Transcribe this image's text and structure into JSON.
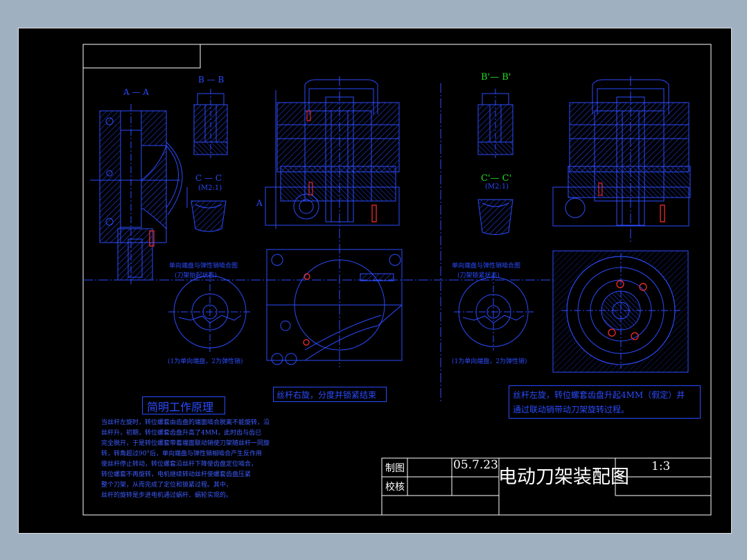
{
  "colors": {
    "background": "#9fb0c0",
    "sheet": "#000000",
    "frame": "#ffffff",
    "line": "#2b4cff",
    "green": "#22dd22",
    "red": "#ff3030"
  },
  "sections": {
    "aa": "A — A",
    "bb": "B — B",
    "cc": "C — C",
    "cc_scale": "(M2:1)",
    "bb2": "B'— B'",
    "cc2": "C'— C'",
    "cc2_scale": "(M2:1)",
    "a_mark": "A"
  },
  "captions": {
    "left_disk_title": "单向端盘与弹性销啮合图",
    "left_disk_sub": "(刀架抬起状态)",
    "left_disk_note": "(1为单向端盘，2为弹性销)",
    "right_disk_title": "单向端盘与弹性销啮合图",
    "right_disk_sub": "(刀架锁紧状态)",
    "right_disk_note": "(1为单向端盘，2为弹性销)",
    "mid_note": "丝杆右旋，分度并锁紧结束",
    "right_note_line1": "丝杆左旋，转位螺套齿盘升起4MM（假定）并",
    "right_note_line2": "通过联动销带动刀架旋转过程。"
  },
  "principle": {
    "title": "简明工作原理",
    "lines": [
      "当丝杆左旋时，转位螺套由齿盘的端面啮合脱离不能旋转，沿",
      "丝杆升，初期，转位螺套齿盘升高了4MM，此时齿与齿已",
      "完全脱开，于是转位螺套带着端面联动销使刀架随丝杆一同旋",
      "转，转角超过90°后，单向端盘与弹性销相啮合产生反作用",
      "使丝杆停止转动，转位螺套沿丝杆下降使齿盘定位啮合，",
      "转位螺套不再旋转，电机继续转动丝杆使螺套齿盘压紧",
      "整个刀架，从而完成了定位和锁紧过程。其中，",
      "丝杆的旋转是步进电机通过蜗杆、蜗轮实现的。"
    ]
  },
  "title_block": {
    "drawn_label": "制图",
    "check_label": "校核",
    "date": "05.7.23",
    "title": "电动刀架装配图",
    "scale": "1:3"
  }
}
